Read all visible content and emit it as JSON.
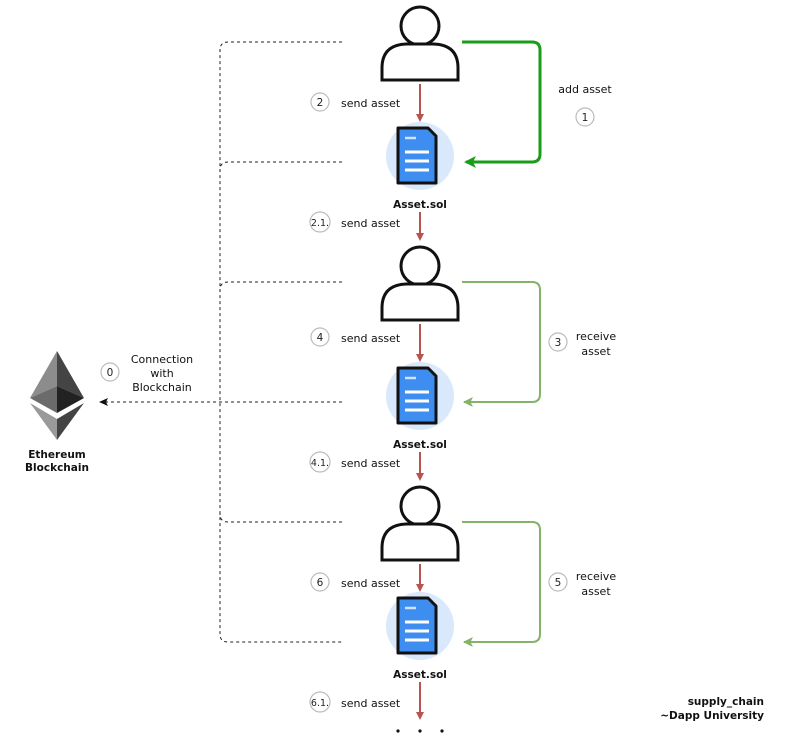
{
  "blockchain": {
    "name_line1": "Ethereum",
    "name_line2": "Blockchain"
  },
  "connection": {
    "step": "0",
    "line1": "Connection",
    "line2": "with",
    "line3": "Blockchain"
  },
  "contracts": [
    {
      "label": "Asset.sol"
    },
    {
      "label": "Asset.sol"
    },
    {
      "label": "Asset.sol"
    }
  ],
  "add_asset": {
    "step": "1",
    "label": "add asset"
  },
  "receive_steps": [
    {
      "step": "3",
      "line1": "receive",
      "line2": "asset"
    },
    {
      "step": "5",
      "line1": "receive",
      "line2": "asset"
    }
  ],
  "send_steps": [
    {
      "step": "2",
      "label": "send asset"
    },
    {
      "step": "2.1.",
      "label": "send asset"
    },
    {
      "step": "4",
      "label": "send asset"
    },
    {
      "step": "4.1.",
      "label": "send asset"
    },
    {
      "step": "6",
      "label": "send asset"
    },
    {
      "step": "6.1.",
      "label": "send asset"
    }
  ],
  "footer": {
    "line1": "supply_chain",
    "line2": "~Dapp University"
  },
  "colors": {
    "green_strong": "#1a9c1a",
    "green_light": "#82b366",
    "red_arrow": "#b85450",
    "doc_blue": "#3d8ef0",
    "doc_bg": "#dae8fc"
  }
}
